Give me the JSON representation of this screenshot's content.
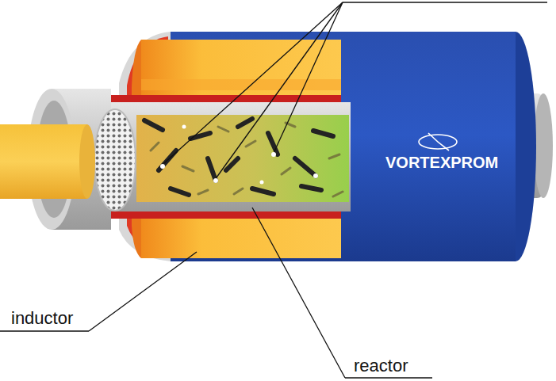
{
  "diagram": {
    "labels": [
      "VORTEXPROM",
      "inductor",
      "reactor"
    ]
  }
}
